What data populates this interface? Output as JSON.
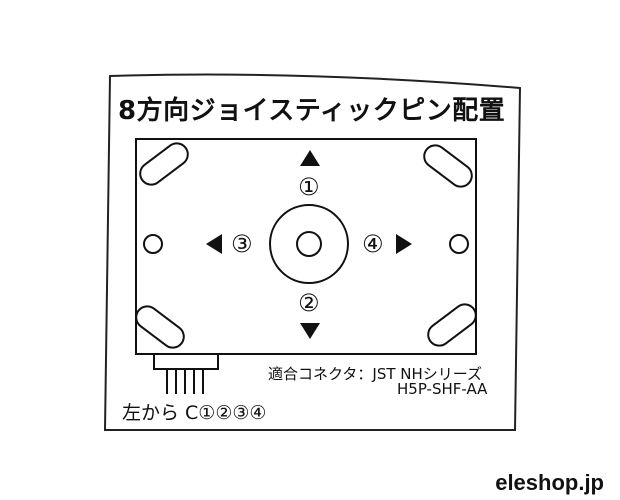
{
  "title": "8方向ジョイスティックピン配置",
  "directions": {
    "up": "①",
    "down": "②",
    "left": "③",
    "right": "④"
  },
  "connector": {
    "label": "適合コネクタ：JST  NHシリーズ",
    "part_number": "H5P-SHF-AA",
    "pin_order": "左から C①②③④",
    "pin_count": 5
  },
  "watermark": "eleshop.jp"
}
